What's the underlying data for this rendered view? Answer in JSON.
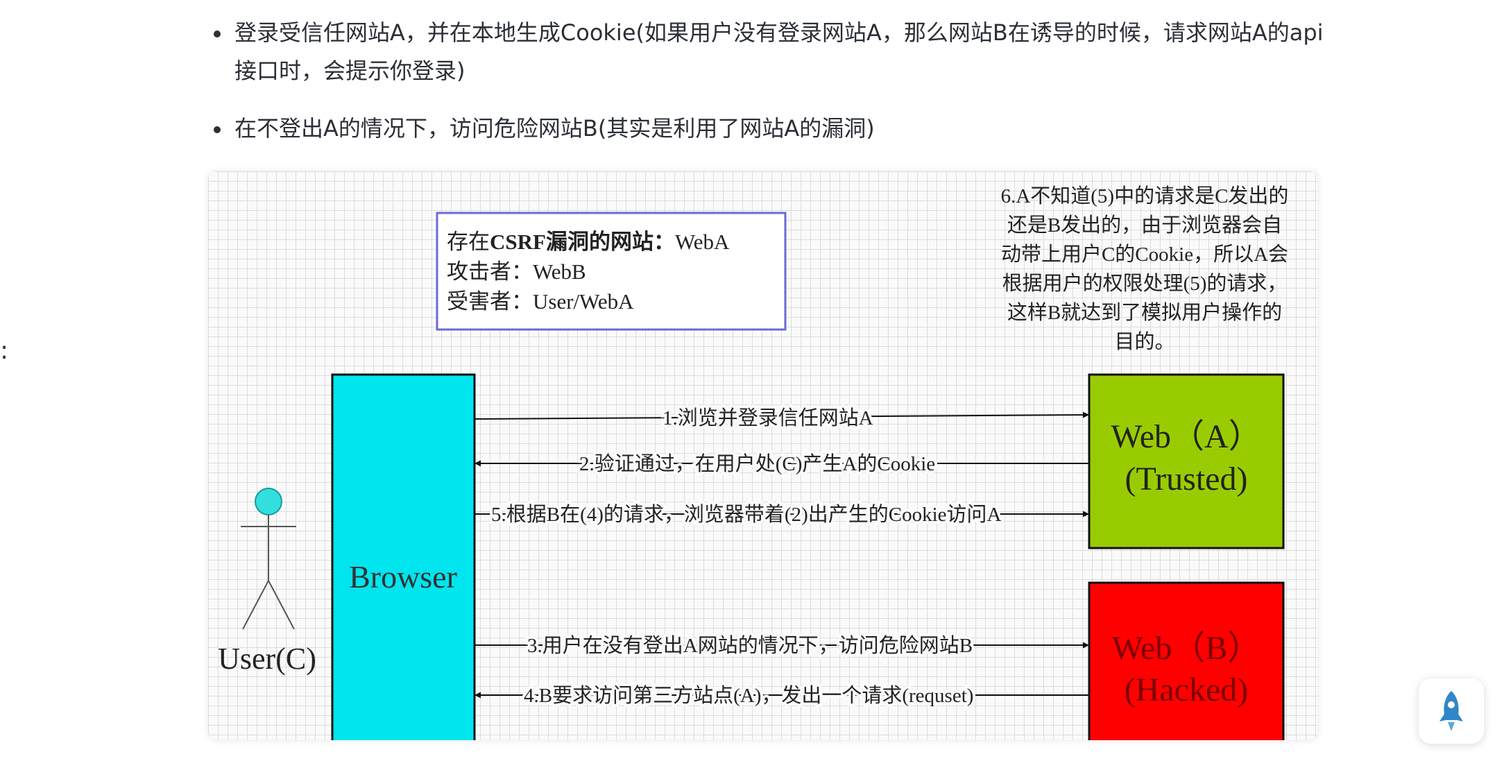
{
  "stray_mark": ":",
  "bullets": [
    "登录受信任网站A，并在本地生成Cookie(如果用户没有登录网站A，那么网站B在诱导的时候，请求网站A的api接口时，会提示你登录)",
    "在不登出A的情况下，访问危险网站B(其实是利用了网站A的漏洞)"
  ],
  "diagram": {
    "legend": {
      "line1_prefix": "存在",
      "line1_bold": "CSRF漏洞的网站：",
      "line1_suffix": "WebA",
      "line2": "攻击者：WebB",
      "line3": "受害者：User/WebA"
    },
    "note": [
      "6.A不知道(5)中的请求是C发出的",
      "还是B发出的，由于浏览器会自",
      "动带上用户C的Cookie，所以A会",
      "根据用户的权限处理(5)的请求，",
      "这样B就达到了模拟用户操作的",
      "目的。"
    ],
    "user_label": "User(C)",
    "browser_label": "Browser",
    "web_a": {
      "line1": "Web（A）",
      "line2": "(Trusted)"
    },
    "web_b": {
      "line1": "Web（B）",
      "line2": "(Hacked)"
    },
    "arrows": {
      "a1": "1.浏览并登录信任网站A",
      "a2": "2.验证通过，在用户处(C)产生A的Cookie",
      "a5": "5.根据B在(4)的请求，浏览器带着(2)出产生的Cookie访问A",
      "a3": "3.用户在没有登出A网站的情况下，访问危险网站B",
      "a4": "4.B要求访问第三方站点(A)，发出一个请求(requset)"
    },
    "colors": {
      "browser": "#00e5ee",
      "web_a": "#99cc00",
      "web_b": "#ff0000",
      "legend_border": "#6a6ad6",
      "user": "#33dede"
    }
  },
  "float_button": {
    "icon": "rocket-icon"
  }
}
